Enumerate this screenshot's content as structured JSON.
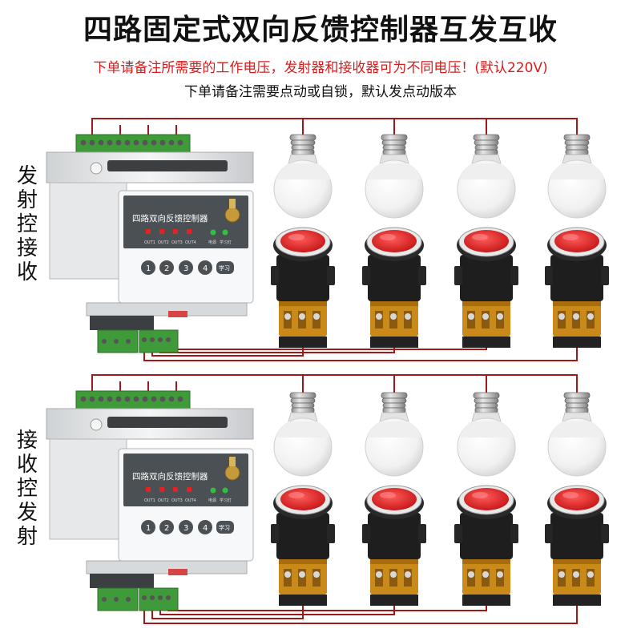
{
  "title": "四路固定式双向反馈控制器互发互收",
  "note_red": "下单请备注所需要的工作电压，发射器和接收器可为不同电压！(默认220V)",
  "note_black": "下单请备注需要点动或自锁，默认发点动版本",
  "sections": [
    {
      "side_label": [
        "发",
        "射",
        "控",
        "接",
        "收"
      ]
    },
    {
      "side_label": [
        "接",
        "收",
        "控",
        "发",
        "射"
      ]
    }
  ],
  "controller": {
    "panel_label": "四路双向反馈控制器",
    "outputs": [
      "OUT1",
      "OUT2",
      "OUT3",
      "OUT4"
    ],
    "indicators": [
      "电源",
      "学习灯"
    ],
    "buttons": [
      "1",
      "2",
      "3",
      "4"
    ],
    "learn_button": "学习"
  },
  "colors": {
    "wire": "#a01818",
    "terminal_green": "#3f9a3a",
    "button_red": "#e52222",
    "note_red": "#d41e1e"
  },
  "icons": [
    "light-bulb-icon",
    "push-button-icon",
    "antenna-icon"
  ]
}
